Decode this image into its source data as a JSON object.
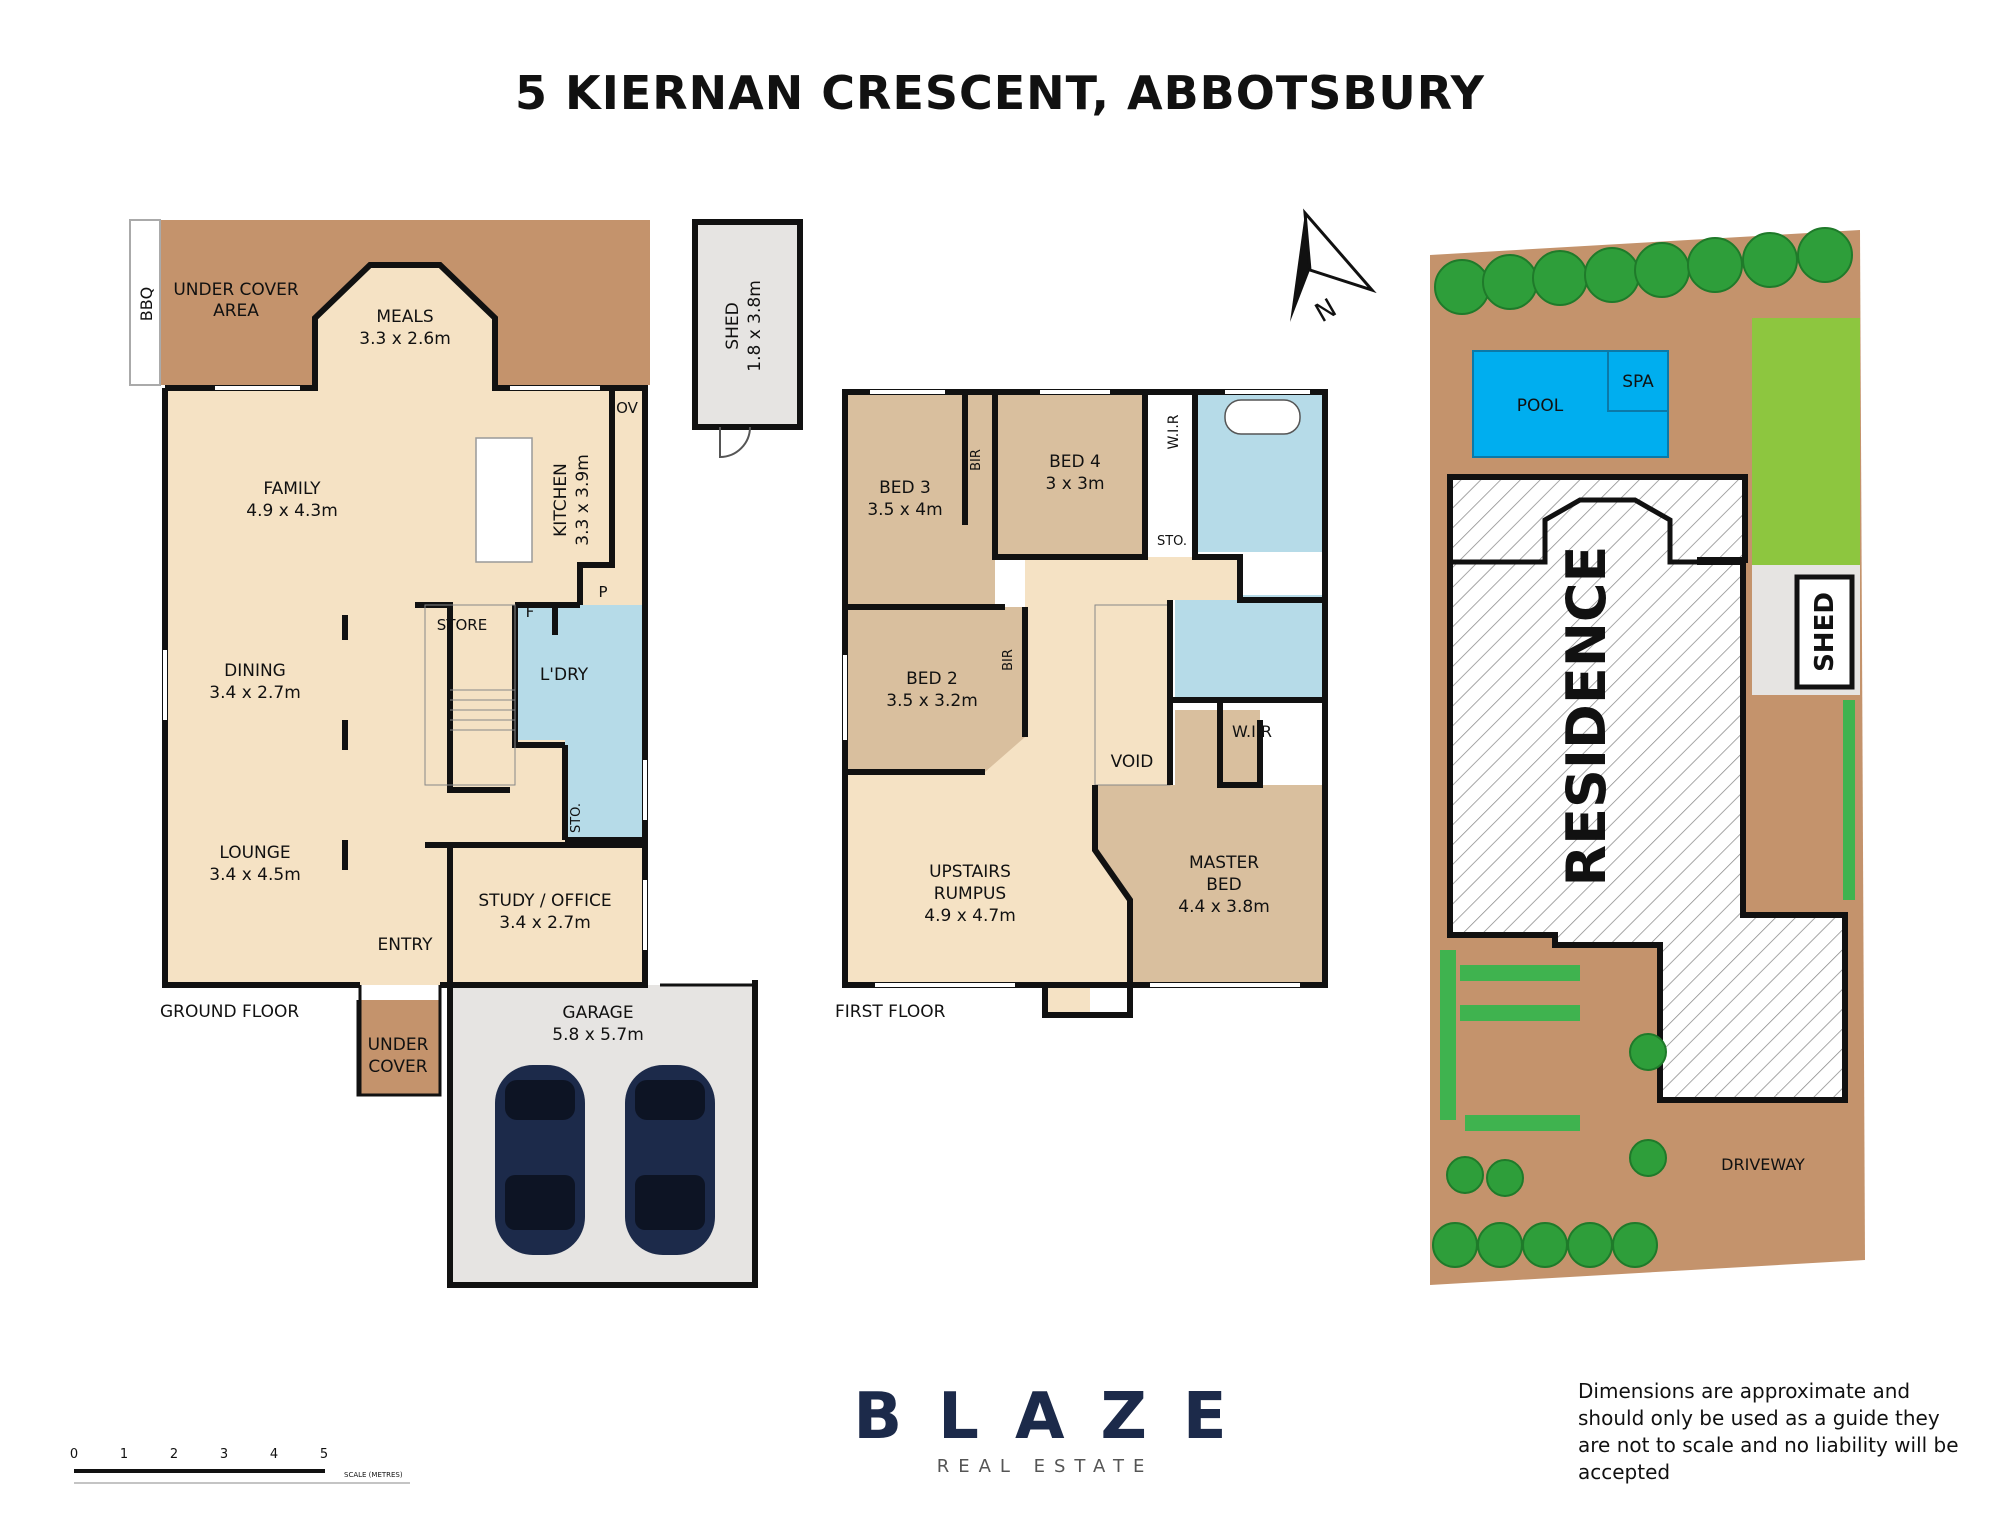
{
  "title": "5 KIERNAN CRESCENT, ABBOTSBURY",
  "ground_floor": {
    "label": "GROUND FLOOR",
    "under_cover_area": {
      "line1": "UNDER COVER",
      "line2": "AREA"
    },
    "bbq": "BBQ",
    "meals": {
      "name": "MEALS",
      "size": "3.3 x 2.6m"
    },
    "family": {
      "name": "FAMILY",
      "size": "4.9 x 4.3m"
    },
    "kitchen": {
      "name": "KITCHEN",
      "size": "3.3 x 3.9m"
    },
    "ov": "OV",
    "p": "P",
    "f": "F",
    "store": "STORE",
    "laundry": "L'DRY",
    "dining": {
      "name": "DINING",
      "size": "3.4 x 2.7m"
    },
    "lounge": {
      "name": "LOUNGE",
      "size": "3.4 x 4.5m"
    },
    "sto": "STO.",
    "study": {
      "name": "STUDY / OFFICE",
      "size": "3.4 x 2.7m"
    },
    "entry": "ENTRY",
    "under_cover": {
      "line1": "UNDER",
      "line2": "COVER"
    },
    "garage": {
      "name": "GARAGE",
      "size": "5.8 x 5.7m"
    }
  },
  "shed": {
    "name": "SHED",
    "size": "1.8 x 3.8m"
  },
  "first_floor": {
    "label": "FIRST FLOOR",
    "bed3": {
      "name": "BED 3",
      "size": "3.5 x 4m"
    },
    "bir1": "BIR",
    "bed4": {
      "name": "BED 4",
      "size": "3 x 3m"
    },
    "wir1": "W.I.R",
    "sto": "STO.",
    "bed2": {
      "name": "BED 2",
      "size": "3.5 x 3.2m"
    },
    "bir2": "BIR",
    "void": "VOID",
    "wir2": "W.I.R",
    "rumpus": {
      "line1": "UPSTAIRS",
      "line2": "RUMPUS",
      "size": "4.9 x 4.7m"
    },
    "master": {
      "line1": "MASTER",
      "line2": "BED",
      "size": "4.4 x 3.8m"
    }
  },
  "north": "N",
  "site": {
    "pool": "POOL",
    "spa": "SPA",
    "residence": "RESIDENCE",
    "shed": "SHED",
    "driveway": "DRIVEWAY"
  },
  "scale": {
    "ticks": [
      "0",
      "1",
      "2",
      "3",
      "4",
      "5"
    ],
    "caption": "SCALE (METRES)"
  },
  "brand": {
    "name": "BLAZE",
    "tagline": "REAL ESTATE"
  },
  "disclaimer": "Dimensions are approximate and should only be used as a guide they are not to scale and no liability will be accepted",
  "colors": {
    "living": "#f5e2c4",
    "bedroom": "#d9bf9e",
    "outdoor": "#c4936c",
    "wet": "#b6dbe8",
    "garage": "#e6e4e2",
    "wall": "#111111",
    "grass": "#8dc63f",
    "pool": "#00aeef",
    "brand": "#1c2a4a"
  }
}
